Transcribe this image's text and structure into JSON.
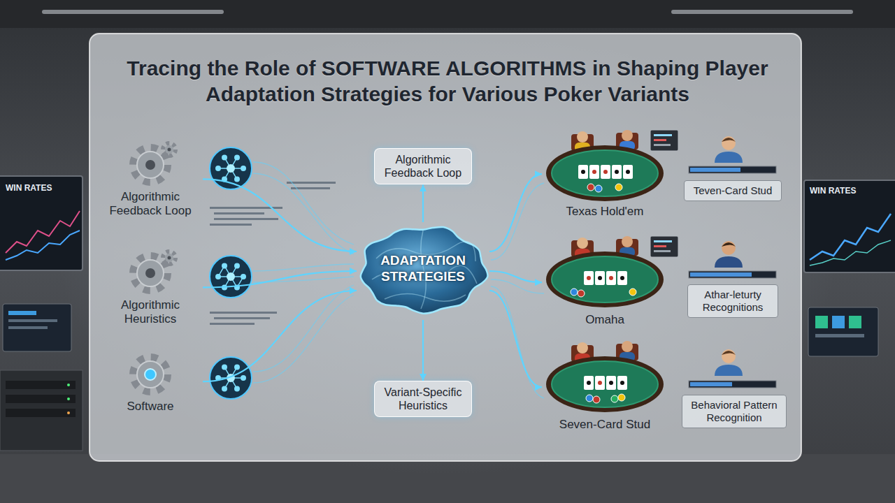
{
  "diagram": {
    "title": "Tracing the Role of SOFTWARE ALGORITHMS in Shaping Player Adaptation Strategies for Various Poker Variants",
    "nodes": [
      {
        "text": [
          "Algorithmic Feedback Loop"
        ]
      },
      {
        "text": [
          "Algorithmic Heuristics"
        ]
      },
      {
        "text": [
          "Software"
        ]
      },
      {
        "text": [
          "Algorithmic Feedback Loop"
        ]
      },
      {
        "text": [
          "ADAPTATION STRATEGIES"
        ]
      },
      {
        "text": [
          "Variant-Specific Heuristics"
        ]
      },
      {
        "text": [
          "Texas Hold'em"
        ]
      },
      {
        "text": [
          "Teven-Card Stud"
        ]
      },
      {
        "text": [
          "Omaha"
        ]
      },
      {
        "text": [
          "Athar-leturty Recognitions"
        ]
      },
      {
        "text": [
          "Seven-Card Stud"
        ]
      },
      {
        "text": [
          "Behavioral Pattern Recognition"
        ]
      }
    ],
    "edges": [
      {
        "from": 0,
        "to": 4,
        "arrow": "to"
      },
      {
        "from": 1,
        "to": 4,
        "arrow": "to"
      },
      {
        "from": 2,
        "to": 4,
        "arrow": "to"
      },
      {
        "from": 4,
        "to": 3,
        "arrow": "to"
      },
      {
        "from": 4,
        "to": 5,
        "arrow": "to"
      },
      {
        "from": 4,
        "to": 6,
        "arrow": "to"
      },
      {
        "from": 4,
        "to": 8,
        "arrow": "to"
      },
      {
        "from": 4,
        "to": 10,
        "arrow": "to"
      }
    ],
    "labels": [
      "WIN RATES",
      "WIN RATES"
    ]
  }
}
